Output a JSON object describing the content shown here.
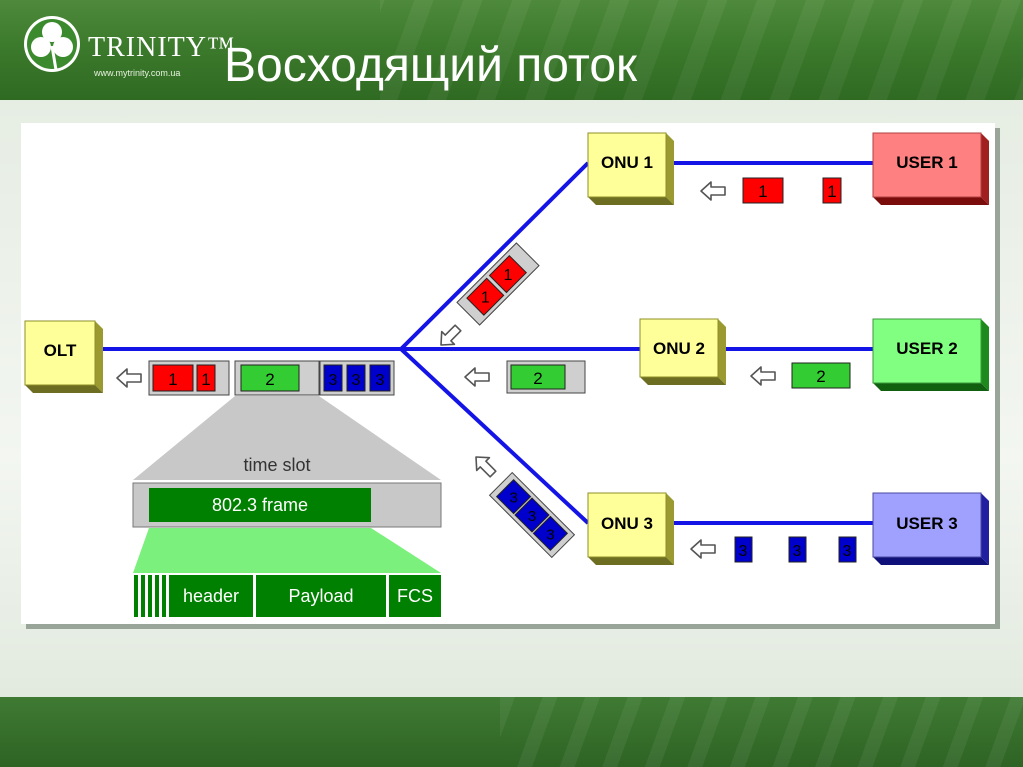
{
  "slide": {
    "title": "Восходящий поток",
    "brand": "TRINITY™",
    "brand_url": "www.mytrinity.com.ua"
  },
  "nodes": {
    "olt": "OLT",
    "onu1": "ONU 1",
    "onu2": "ONU 2",
    "onu3": "ONU 3",
    "user1": "USER 1",
    "user2": "USER 2",
    "user3": "USER 3"
  },
  "packets": {
    "p1": "1",
    "p2": "2",
    "p3": "3"
  },
  "frame": {
    "time_slot": "time slot",
    "frame_label": "802.3 frame",
    "header": "header",
    "payload": "Payload",
    "fcs": "FCS"
  },
  "colors": {
    "link": "#1414e6",
    "onu_olt": "#ffff99",
    "user1": "#ff8080",
    "user2": "#80ff80",
    "user3": "#a0a0ff",
    "packet1": "#ff0000",
    "packet2": "#33cc33",
    "packet3": "#0000cc",
    "frame_green": "#008000"
  }
}
